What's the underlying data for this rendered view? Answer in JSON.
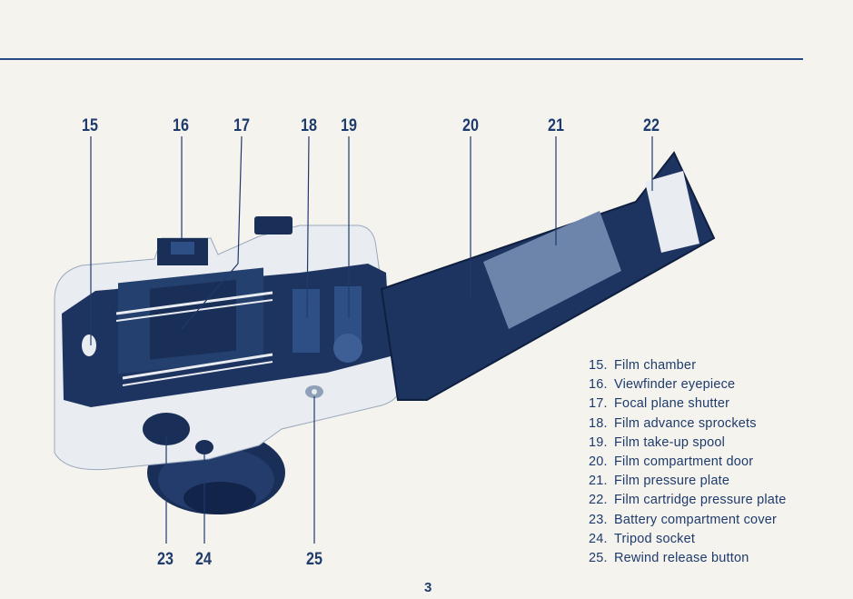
{
  "callout_numbers": [
    "15",
    "16",
    "17",
    "18",
    "19",
    "20",
    "21",
    "22",
    "23",
    "24",
    "25"
  ],
  "legend": [
    {
      "num": "15.",
      "text": "Film chamber"
    },
    {
      "num": "16.",
      "text": "Viewfinder eyepiece"
    },
    {
      "num": "17.",
      "text": "Focal plane shutter"
    },
    {
      "num": "18.",
      "text": "Film advance sprockets"
    },
    {
      "num": "19.",
      "text": "Film take-up spool"
    },
    {
      "num": "20.",
      "text": "Film compartment door"
    },
    {
      "num": "21.",
      "text": "Film pressure plate"
    },
    {
      "num": "22.",
      "text": "Film cartridge pressure plate"
    },
    {
      "num": "23.",
      "text": "Battery compartment cover"
    },
    {
      "num": "24.",
      "text": "Tripod socket"
    },
    {
      "num": "25.",
      "text": "Rewind release button"
    }
  ],
  "page_number": "3",
  "colors": {
    "ink": "#1f3b6c",
    "rule": "#274a82",
    "paper": "#f4f3ee",
    "body": "#e9ecf0",
    "dark": "#1a2f57"
  }
}
